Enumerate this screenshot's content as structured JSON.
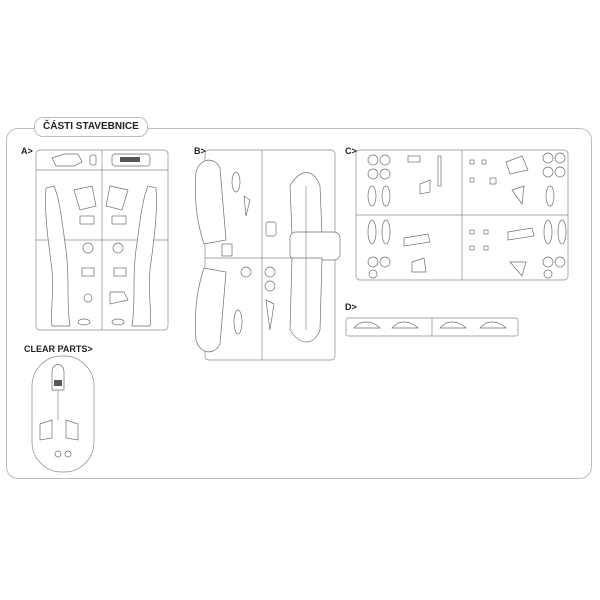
{
  "title": "ČÁSTI STAVEBNICE",
  "sprues": {
    "a": "A>",
    "b": "B>",
    "c": "C>",
    "d": "D>",
    "clear": "CLEAR PARTS>"
  },
  "colors": {
    "line": "#8a8a8a",
    "part": "#6f6f6f",
    "frame": "#bdbdbd"
  }
}
